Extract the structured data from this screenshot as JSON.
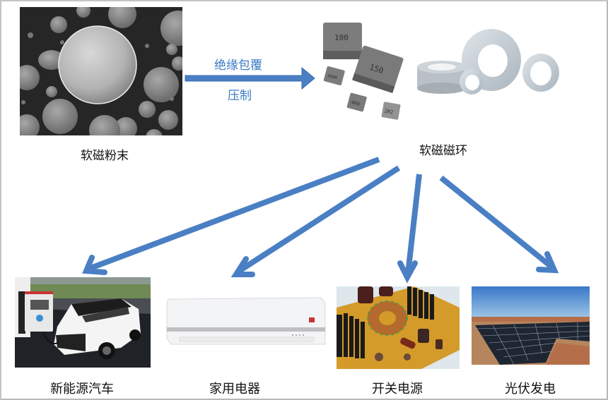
{
  "diagram": {
    "nodes": {
      "powder": {
        "label": "软磁粉末",
        "icon": "sem-powder-image"
      },
      "ring": {
        "label": "软磁磁环",
        "icon": "inductor-and-toroid-image",
        "inductor_markings": [
          "100",
          "150",
          "1R0M",
          "4R0",
          "2R2"
        ]
      },
      "ev": {
        "label": "新能源汽车",
        "icon": "electric-car-charging-image"
      },
      "appliance": {
        "label": "家用电器",
        "icon": "air-conditioner-image"
      },
      "smps": {
        "label": "开关电源",
        "icon": "power-supply-pcb-image"
      },
      "pv": {
        "label": "光伏发电",
        "icon": "solar-panel-image"
      }
    },
    "process": {
      "step_top": "绝缘包覆",
      "step_bottom": "压制"
    },
    "edges": [
      {
        "from": "powder",
        "to": "ring"
      },
      {
        "from": "ring",
        "to": "ev"
      },
      {
        "from": "ring",
        "to": "appliance"
      },
      {
        "from": "ring",
        "to": "smps"
      },
      {
        "from": "ring",
        "to": "pv"
      }
    ],
    "colors": {
      "arrow": "#4a7fc4",
      "arrow_stroke": "#3a6eb0",
      "step_text": "#3a7cc3",
      "frame_border": "#b8b8b8"
    }
  }
}
